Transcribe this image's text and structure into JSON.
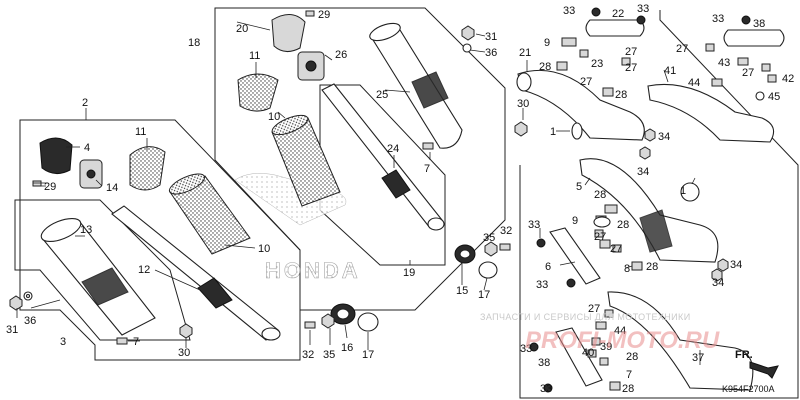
{
  "diagram": {
    "code": "K954F2700A",
    "direction_label": "FR.",
    "watermark_text": "ЗАПЧАСТИ И СЕРВИСЫ ДЛЯ МОТОТЕХНИКИ",
    "watermark_logo": "PROFI-MOTO.RU",
    "brand_logo": "HONDA"
  },
  "callouts": {
    "n1a": "1",
    "n1b": "1",
    "n2": "2",
    "n3": "3",
    "n4": "4",
    "n5": "5",
    "n6": "6",
    "n7a": "7",
    "n7b": "7",
    "n7c": "7",
    "n8": "8",
    "n9a": "9",
    "n9b": "9",
    "n10a": "10",
    "n10b": "10",
    "n11a": "11",
    "n11b": "11",
    "n12": "12",
    "n13": "13",
    "n14": "14",
    "n15": "15",
    "n16": "16",
    "n17a": "17",
    "n17b": "17",
    "n18": "18",
    "n19": "19",
    "n20": "20",
    "n21": "21",
    "n22": "22",
    "n23": "23",
    "n24": "24",
    "n25": "25",
    "n26": "26",
    "n27a": "27",
    "n27b": "27",
    "n27c": "27",
    "n27d": "27",
    "n27e": "27",
    "n27f": "27",
    "n27g": "27",
    "n27h": "27",
    "n28a": "28",
    "n28b": "28",
    "n28c": "28",
    "n28d": "28",
    "n28e": "28",
    "n28f": "28",
    "n28g": "28",
    "n29a": "29",
    "n29b": "29",
    "n30a": "30",
    "n30b": "30",
    "n31a": "31",
    "n31b": "31",
    "n32a": "32",
    "n32b": "32",
    "n33a": "33",
    "n33b": "33",
    "n33c": "33",
    "n33d": "33",
    "n33e": "33",
    "n33f": "33",
    "n33g": "33",
    "n34a": "34",
    "n34b": "34",
    "n34c": "34",
    "n34d": "34",
    "n35a": "35",
    "n35b": "35",
    "n36a": "36",
    "n36b": "36",
    "n37": "37",
    "n38a": "38",
    "n38b": "38",
    "n39": "39",
    "n40": "40",
    "n41": "41",
    "n42": "42",
    "n43": "43",
    "n44a": "44",
    "n44b": "44",
    "n45": "45"
  }
}
